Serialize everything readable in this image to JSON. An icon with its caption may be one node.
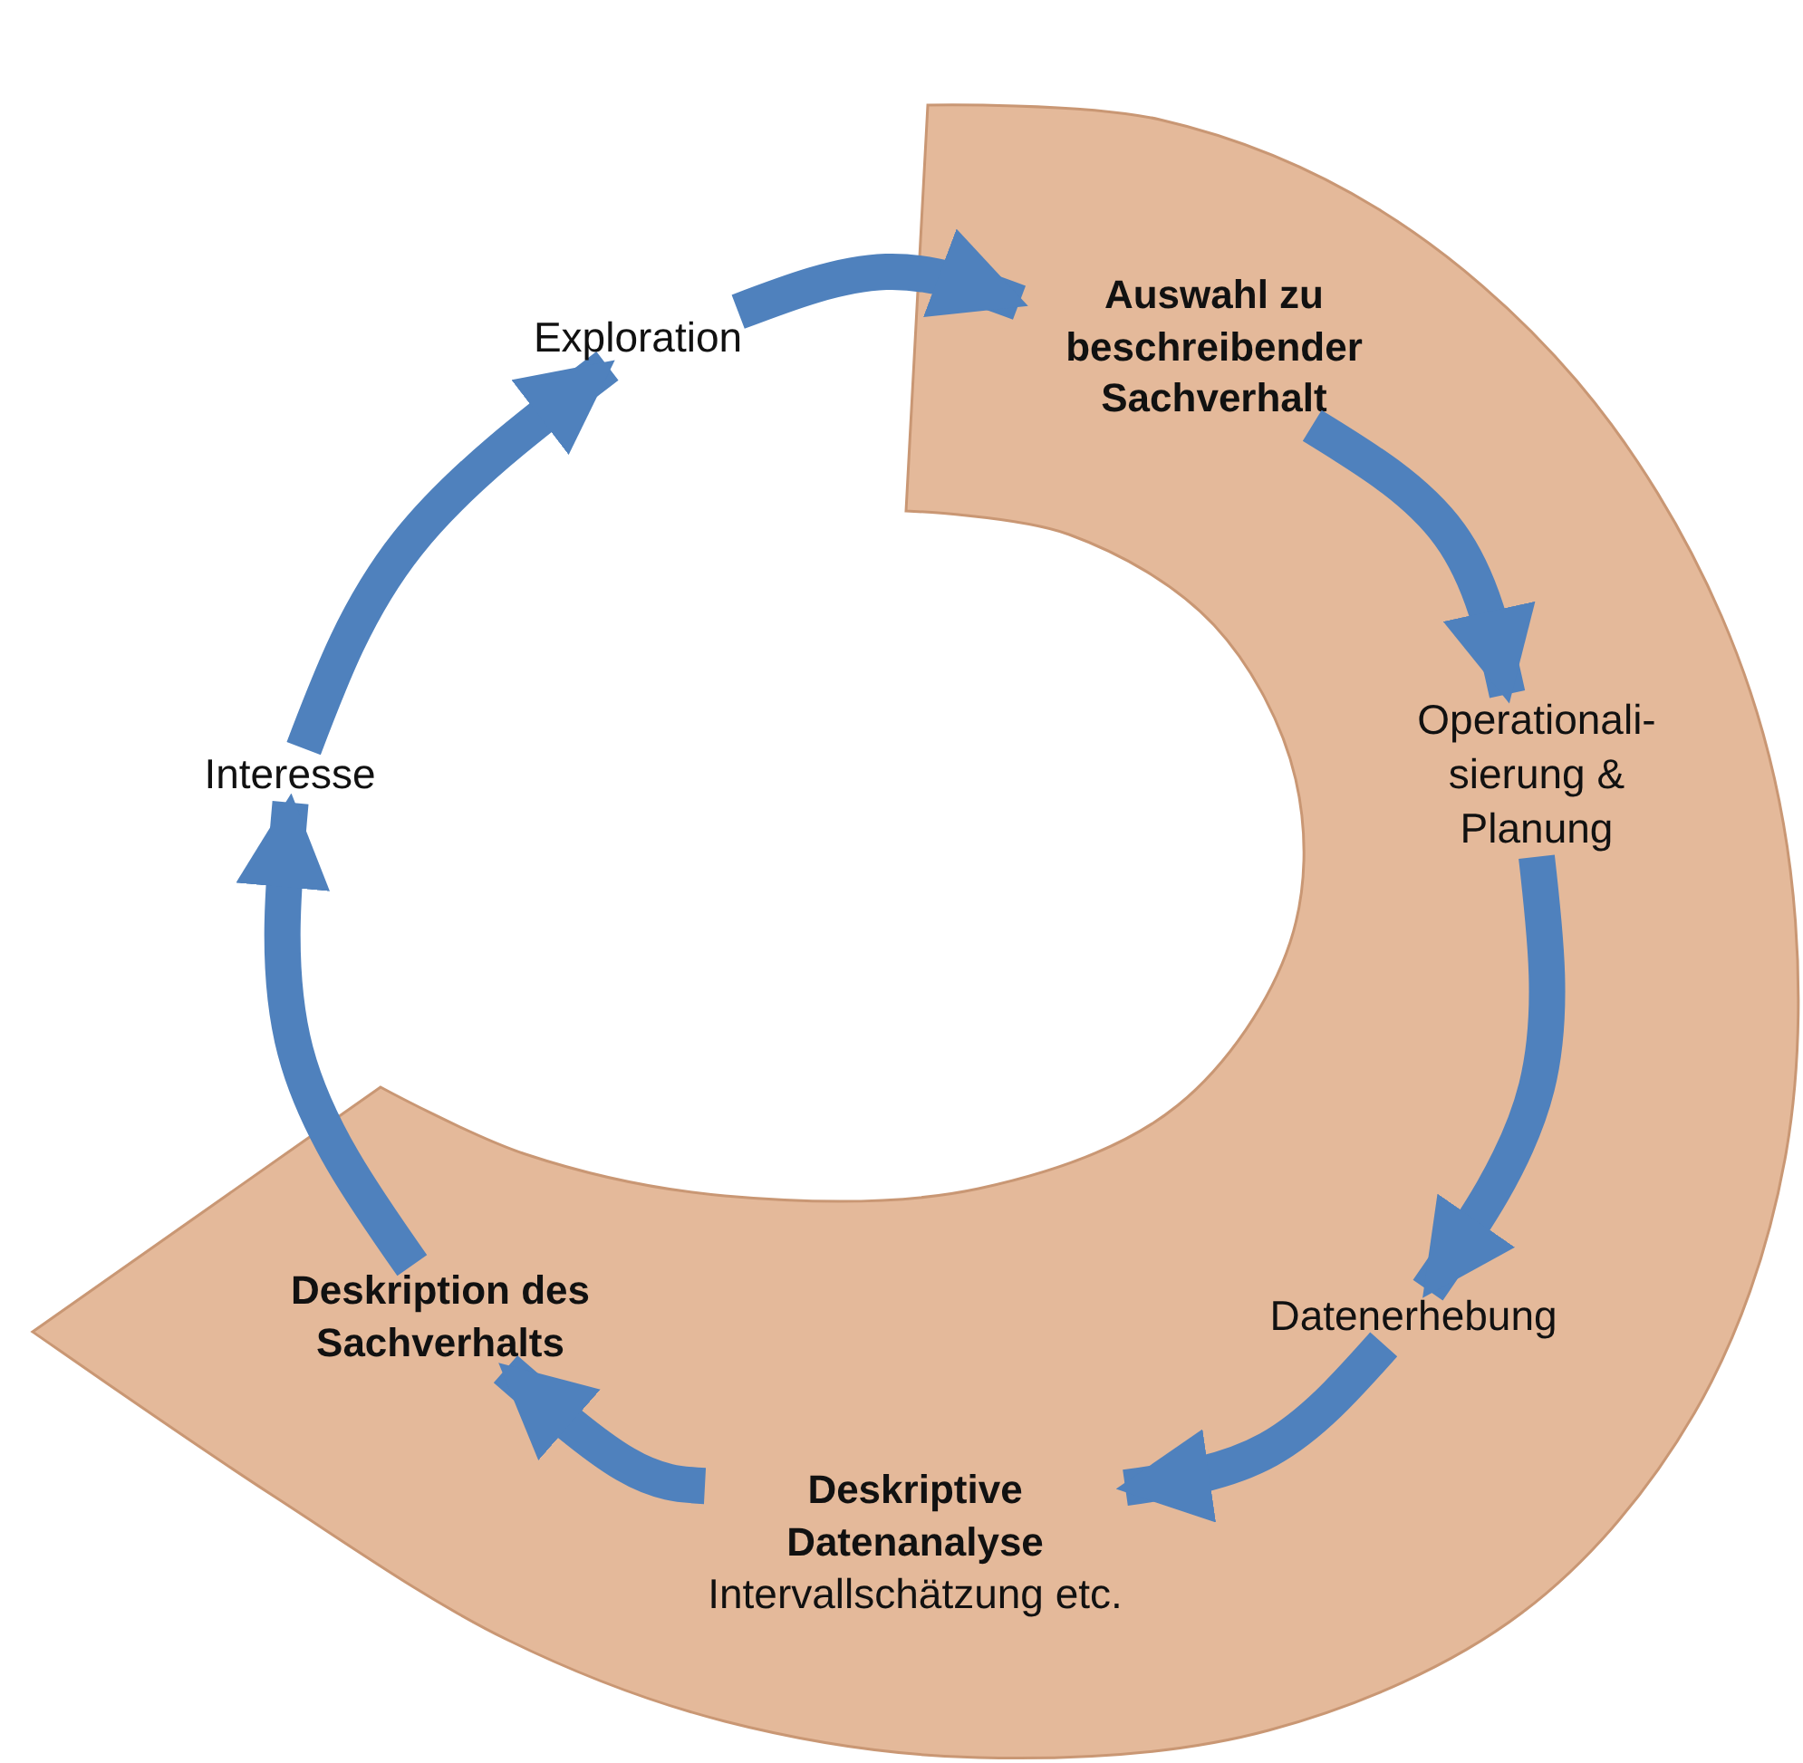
{
  "diagram": {
    "nodes": [
      {
        "text": [],
        "shape": "band"
      },
      {
        "text": [
          "Auswahl zu beschreibender Sachverhalt"
        ],
        "in": 0
      },
      {
        "text": [
          "Operationali- sierung & Planung"
        ],
        "in": 0
      },
      {
        "text": [
          "Datenerhebung"
        ],
        "in": 0
      },
      {
        "text": [
          "Deskriptive Datenanalyse",
          "Intervallschätzung etc."
        ],
        "in": 0
      },
      {
        "text": [
          "Deskription des Sachverhalts"
        ],
        "in": 0
      },
      {
        "text": [
          "Interesse"
        ]
      },
      {
        "text": [
          "Exploration"
        ]
      }
    ],
    "edges": [
      {
        "from": 7,
        "to": 1,
        "arrow": "to"
      },
      {
        "from": 1,
        "to": 2,
        "arrow": "to"
      },
      {
        "from": 2,
        "to": 3,
        "arrow": "to"
      },
      {
        "from": 3,
        "to": 4,
        "arrow": "to"
      },
      {
        "from": 4,
        "to": 5,
        "arrow": "to"
      },
      {
        "from": 5,
        "to": 6,
        "arrow": "to"
      },
      {
        "from": 6,
        "to": 7,
        "arrow": "to"
      }
    ]
  }
}
